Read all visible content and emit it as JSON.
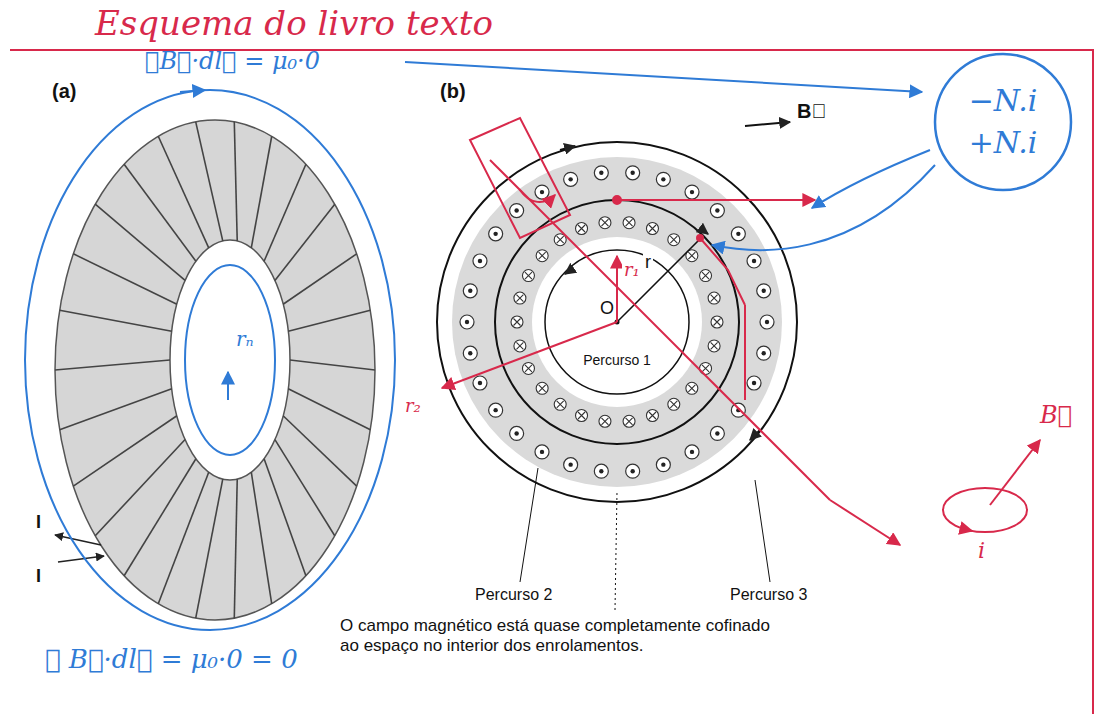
{
  "diagram": {
    "title": "Esquema do livro texto",
    "caption": "O campo magnético está quase completamente cofinado ao espaço no interior dos enrolamentos.",
    "nodes": [
      {
        "text": [
          "−N.i",
          "+N.i"
        ]
      }
    ],
    "labels": [
      "∮B⃗·dl⃗ = μ₀·0",
      "(a)",
      "(b)",
      "rₙ",
      "I",
      "I",
      "∮ B⃗·dl⃗ = μ₀·0 = 0",
      "B⃗",
      "r₁",
      "r",
      "r₂",
      "O",
      "Percurso 1",
      "Percurso 2",
      "Percurso 3",
      "i",
      "B⃗"
    ]
  }
}
